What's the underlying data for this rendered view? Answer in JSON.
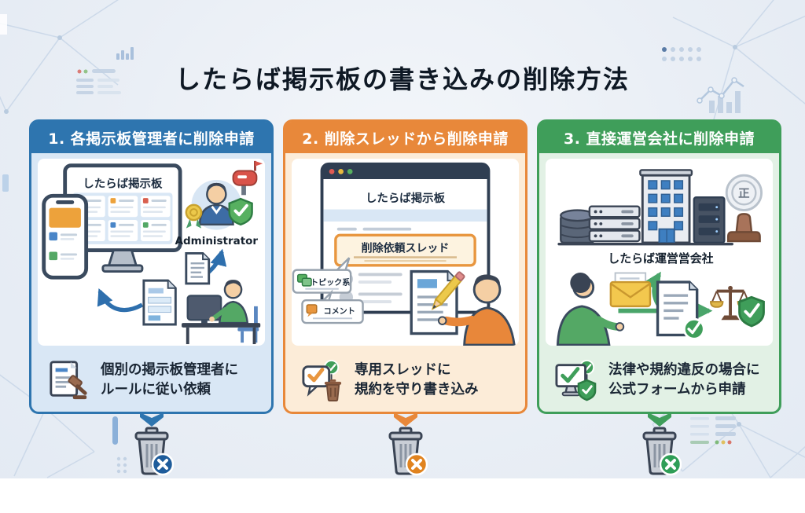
{
  "title": "したらば掲示板の書き込みの削除方法",
  "colors": {
    "background": "#e9eef5",
    "outline": "#3a4a5e",
    "step1_accent": "#2e75af",
    "step2_accent": "#e8883a",
    "step3_accent": "#3f9e5a",
    "step1_caption_bg": "#d9e7f5",
    "step2_caption_bg": "#fcecd8",
    "step3_caption_bg": "#e2f1e5",
    "step1_badge": "#1e5c9b",
    "step2_badge": "#e0831f",
    "step3_badge": "#2f9e57"
  },
  "panels": [
    {
      "header": "1. 各掲示板管理者に削除申請",
      "caption_line1": "個別の掲示板管理者に",
      "caption_line2": "ルールに従い依頼",
      "badge_symbol": "✕",
      "illustration": {
        "board_title": "したらば掲示板",
        "admin_label": "Administrator"
      }
    },
    {
      "header": "2. 削除スレッドから削除申請",
      "caption_line1": "専用スレッドに",
      "caption_line2": "規約を守り書き込み",
      "badge_symbol": "✕",
      "illustration": {
        "board_title": "したらば掲示板",
        "thread_label": "削除依頼スレッド",
        "bubble_topic": "トピック系",
        "bubble_comment": "コメント"
      }
    },
    {
      "header": "3. 直接運営会社に削除申請",
      "caption_line1": "法律や規約違反の場合に",
      "caption_line2": "公式フォームから申請",
      "badge_symbol": "✕",
      "illustration": {
        "company_label": "したらば運営営会社",
        "seal_char": "正"
      }
    }
  ]
}
